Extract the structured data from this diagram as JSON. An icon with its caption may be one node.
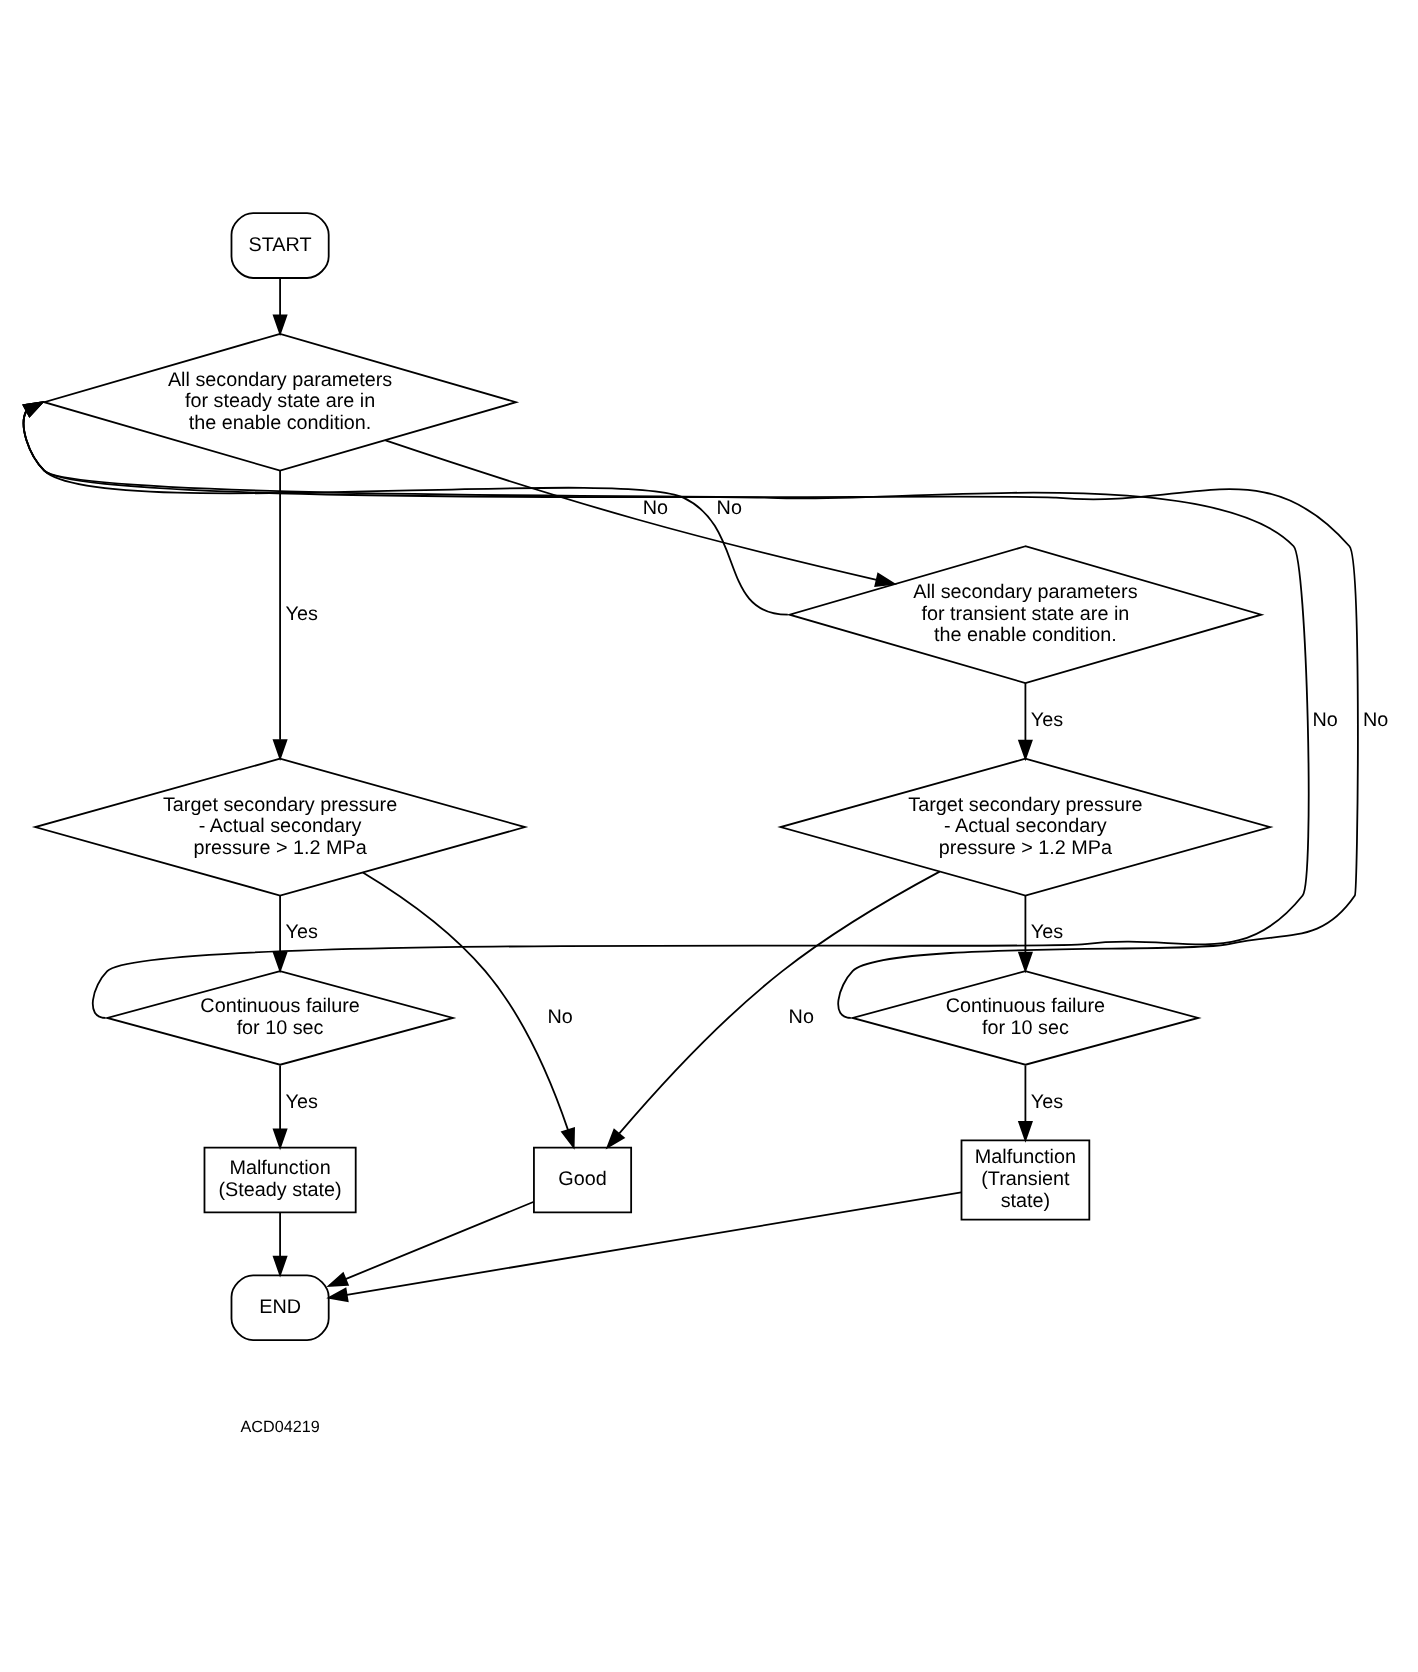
{
  "diagram": {
    "nodes": [
      {
        "text": [
          "START"
        ]
      },
      {
        "text": [
          "All secondary parameters for steady state are in the enable condition."
        ]
      },
      {
        "text": [
          "All secondary parameters for transient state are in the enable condition."
        ]
      },
      {
        "text": [
          "Target secondary pressure - Actual secondary pressure > 1.2 MPa"
        ]
      },
      {
        "text": [
          "Target secondary pressure - Actual secondary pressure > 1.2 MPa"
        ]
      },
      {
        "text": [
          "Continuous failure for 10 sec"
        ]
      },
      {
        "text": [
          "Continuous failure for 10 sec"
        ]
      },
      {
        "text": [
          "Malfunction (Steady state)"
        ]
      },
      {
        "text": [
          "Malfunction (Transient state)"
        ]
      },
      {
        "text": [
          "Good"
        ]
      },
      {
        "text": [
          "END"
        ]
      }
    ],
    "edges": [
      {
        "from": 0,
        "to": 1,
        "arrow": "to"
      },
      {
        "from": 1,
        "to": 2,
        "arrow": "to",
        "label": "No"
      },
      {
        "from": 1,
        "to": 3,
        "arrow": "to",
        "label": "Yes"
      },
      {
        "from": 2,
        "to": 1,
        "arrow": "to",
        "label": "No"
      },
      {
        "from": 2,
        "to": 4,
        "arrow": "to",
        "label": "Yes"
      },
      {
        "from": 3,
        "to": 9,
        "arrow": "to",
        "label": "No"
      },
      {
        "from": 3,
        "to": 5,
        "arrow": "to",
        "label": "Yes"
      },
      {
        "from": 4,
        "to": 9,
        "arrow": "to",
        "label": "No"
      },
      {
        "from": 4,
        "to": 6,
        "arrow": "to",
        "label": "Yes"
      },
      {
        "from": 5,
        "to": 1,
        "arrow": "to",
        "label": "No"
      },
      {
        "from": 5,
        "to": 7,
        "arrow": "to",
        "label": "Yes"
      },
      {
        "from": 6,
        "to": 1,
        "arrow": "to",
        "label": "No"
      },
      {
        "from": 6,
        "to": 8,
        "arrow": "to",
        "label": "Yes"
      },
      {
        "from": 7,
        "to": 10,
        "arrow": "to"
      },
      {
        "from": 8,
        "to": 10,
        "arrow": "to"
      },
      {
        "from": 9,
        "to": 10,
        "arrow": "to"
      }
    ],
    "labels": [
      "ACD04219"
    ]
  }
}
